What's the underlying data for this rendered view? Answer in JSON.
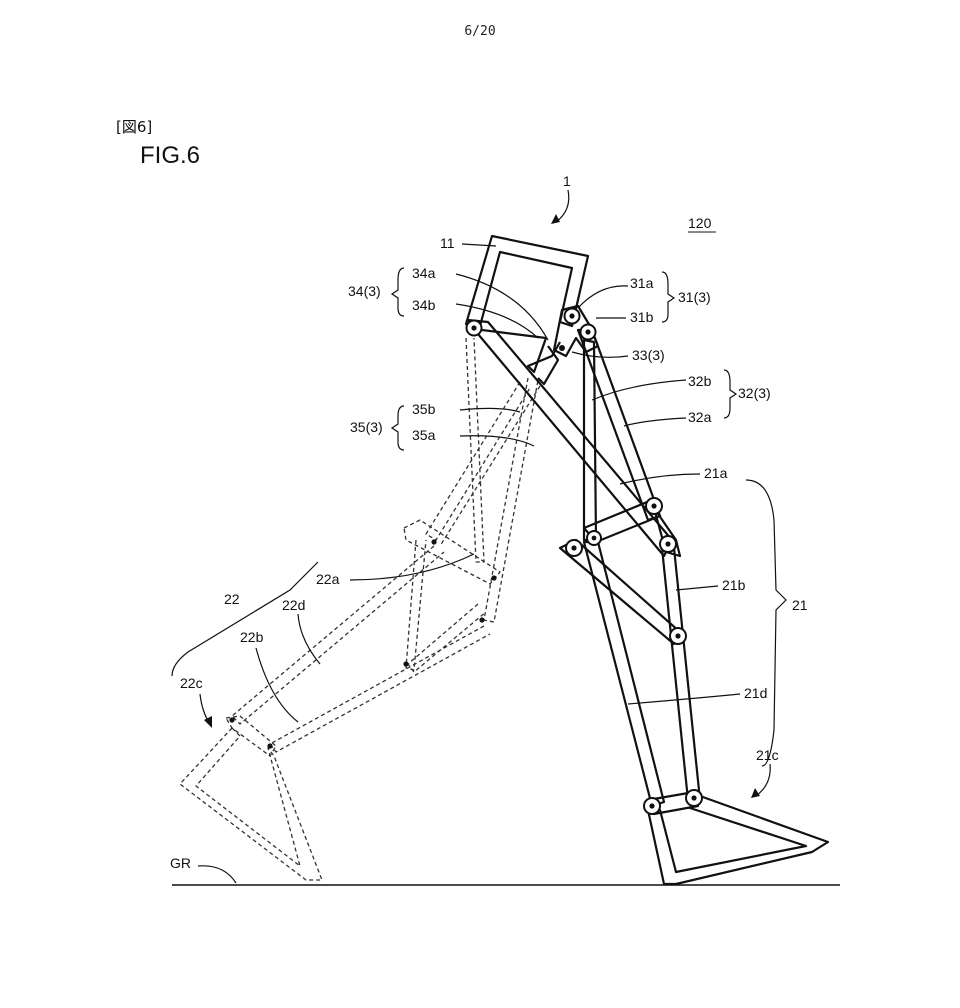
{
  "page_number": "6/20",
  "figure_bracket": "[図6]",
  "figure_title": "FIG.6",
  "labels": {
    "device": "1",
    "ref_120": "120",
    "frame_11": "11",
    "l34": "34(3)",
    "l34a": "34a",
    "l34b": "34b",
    "l31a": "31a",
    "l31b": "31b",
    "l31": "31(3)",
    "l33": "33(3)",
    "l32b": "32b",
    "l32a": "32a",
    "l32": "32(3)",
    "l35": "35(3)",
    "l35b": "35b",
    "l35a": "35a",
    "l21a": "21a",
    "l21b": "21b",
    "l21": "21",
    "l21d": "21d",
    "l21c": "21c",
    "l22": "22",
    "l22a": "22a",
    "l22b": "22b",
    "l22d": "22d",
    "l22c": "22c",
    "ground": "GR"
  }
}
